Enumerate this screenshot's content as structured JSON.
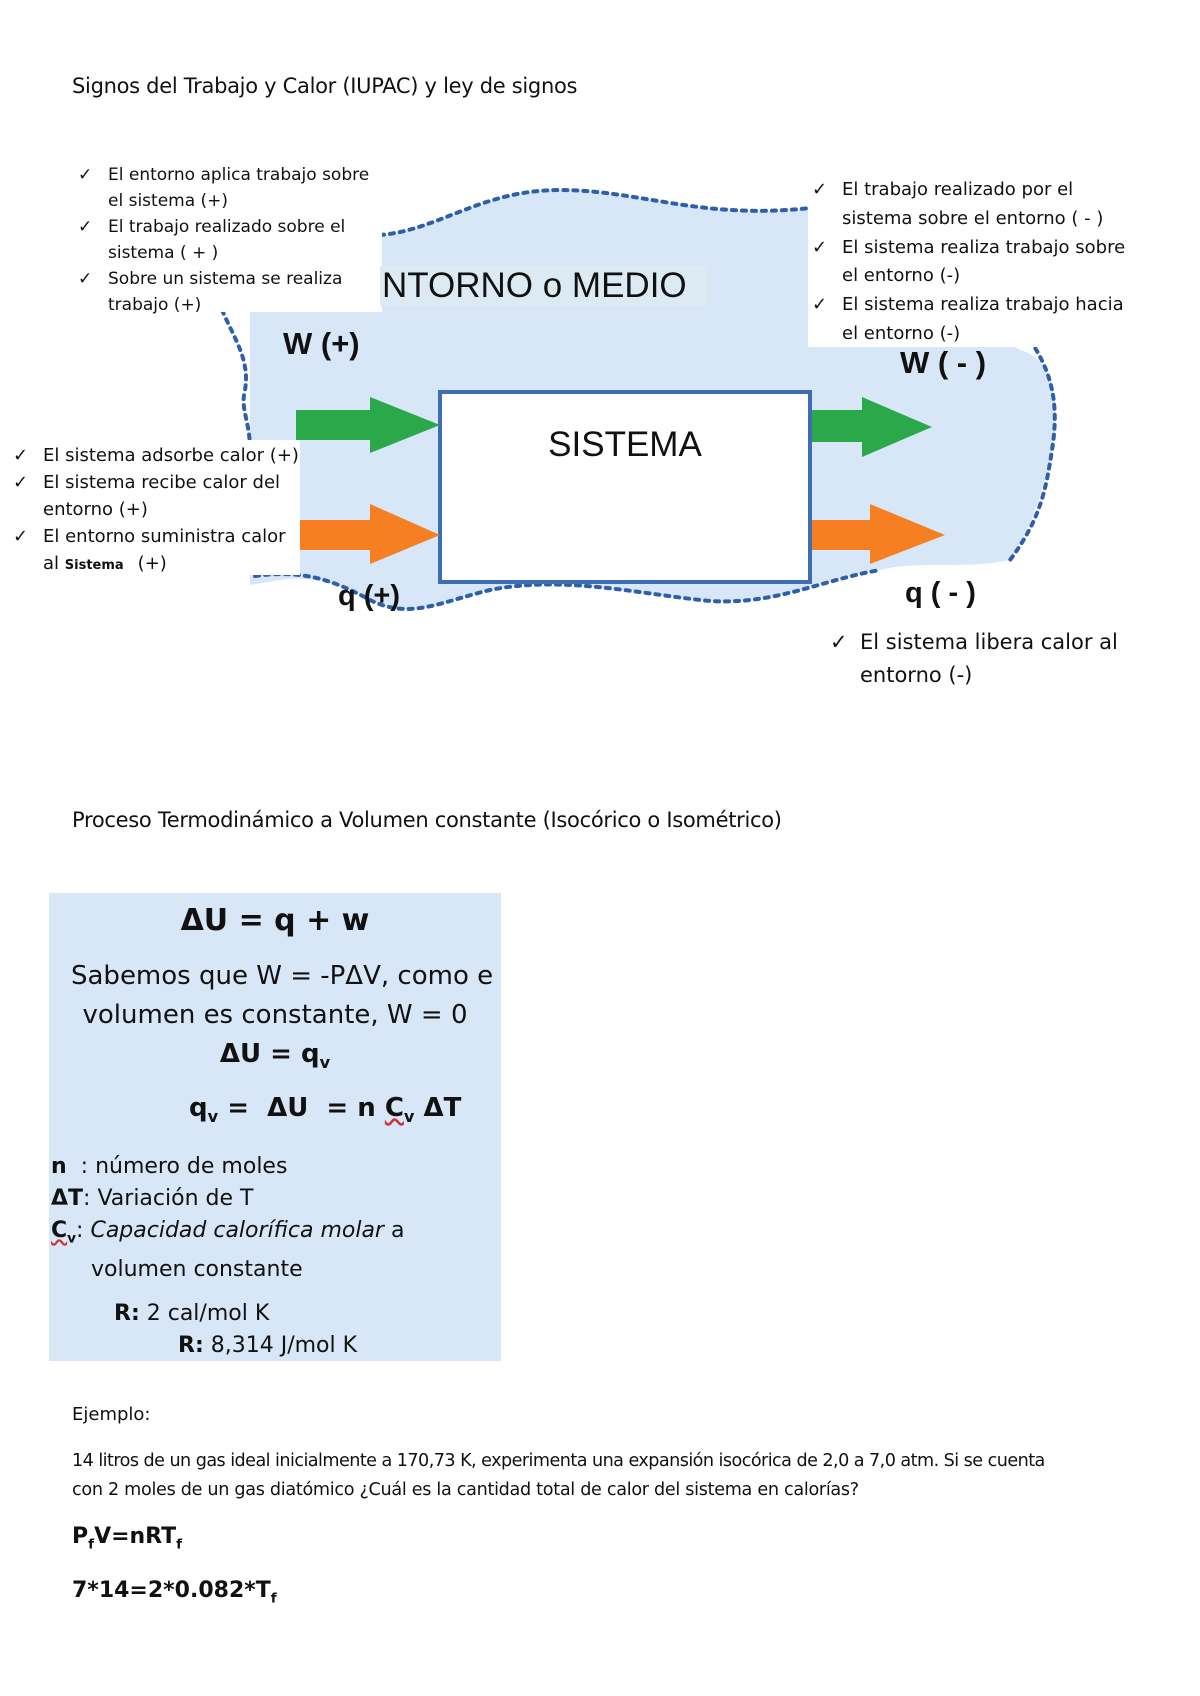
{
  "section1": {
    "title": "Signos del Trabajo y Calor (IUPAC) y ley de signos"
  },
  "diagram": {
    "environment_label": "NTORNO o MEDIO",
    "system_label": "SISTEMA",
    "w_in_label": "W (+)",
    "w_out_label": "W ( - )",
    "q_in_label": "q (+)",
    "q_out_label": "q ( - )",
    "check_glyph": "✓",
    "colors": {
      "work_arrow": "#2aa84a",
      "heat_arrow": "#f57f21",
      "system_border": "#3d6db3",
      "environment_fill": "#d7e7f8",
      "dotted_border": "#2f5fa8"
    },
    "top_left_notes": [
      {
        "line1": "El entorno aplica trabajo sobre",
        "line2": "el sistema (+)"
      },
      {
        "line1": "El trabajo realizado sobre el",
        "line2": "sistema ( + )"
      },
      {
        "line1": "Sobre un sistema se realiza",
        "line2": "trabajo (+)"
      }
    ],
    "top_right_notes": [
      {
        "line1": "El trabajo realizado por el",
        "line2": "sistema sobre el entorno ( - )"
      },
      {
        "line1": "El sistema realiza trabajo sobre",
        "line2": "el entorno (-)"
      },
      {
        "line1": "El sistema realiza trabajo hacia",
        "line2": "el entorno (-)"
      }
    ],
    "left_notes": [
      {
        "line1": "El sistema adsorbe calor (+)"
      },
      {
        "line1": "El sistema recibe calor del",
        "line2": "entorno (+)"
      },
      {
        "line1": "El entorno suministra calor",
        "line2_pre": "al ",
        "line2_small": "Sistema",
        "line2_post": "(+)"
      }
    ],
    "bottom_right_note": {
      "line1": "El sistema libera calor al",
      "line2": "entorno (-)"
    }
  },
  "section2": {
    "title": "Proceso Termodinámico a Volumen constante (Isocórico o Isométrico)"
  },
  "box": {
    "eq1": "ΔU = q + w",
    "line1": "Sabemos que  W = -PΔV, como e",
    "line2": "volumen es constante,  W = 0",
    "eq2_main": "ΔU = q",
    "eq2_sub": "v",
    "eq3": {
      "q": "q",
      "q_sub": "v",
      "mid": " =  ΔU  = n ",
      "c": "C",
      "c_sub": "v",
      "end": " ΔT"
    },
    "defs": [
      {
        "term": "n",
        "text": "  : número de moles"
      },
      {
        "term": "ΔT",
        "text": ": Variación de T"
      },
      {
        "term": "C",
        "term_sub": "v",
        "text": ": ",
        "italic": "Capacidad calorífica molar",
        "text2": " a"
      }
    ],
    "def_cont": "volumen constante",
    "r1": {
      "label": "R:",
      "value": " 2 cal/mol K"
    },
    "r2": {
      "label": "R:",
      "value": " 8,314 J/mol K"
    }
  },
  "example": {
    "heading": "Ejemplo:",
    "para_line1": "14 litros de un gas ideal inicialmente a 170,73 K, experimenta una expansión isocórica de 2,0 a 7,0 atm. Si se cuenta",
    "para_line2": "con 2 moles de un gas diatómico ¿Cuál es la cantidad total de calor del sistema en calorías?",
    "eq1": {
      "p": "P",
      "p_sub": "f",
      "mid": "V=nRT",
      "t_sub": "f"
    },
    "eq2": {
      "main": "7*14=2*0.082*T",
      "t_sub": "f"
    }
  }
}
